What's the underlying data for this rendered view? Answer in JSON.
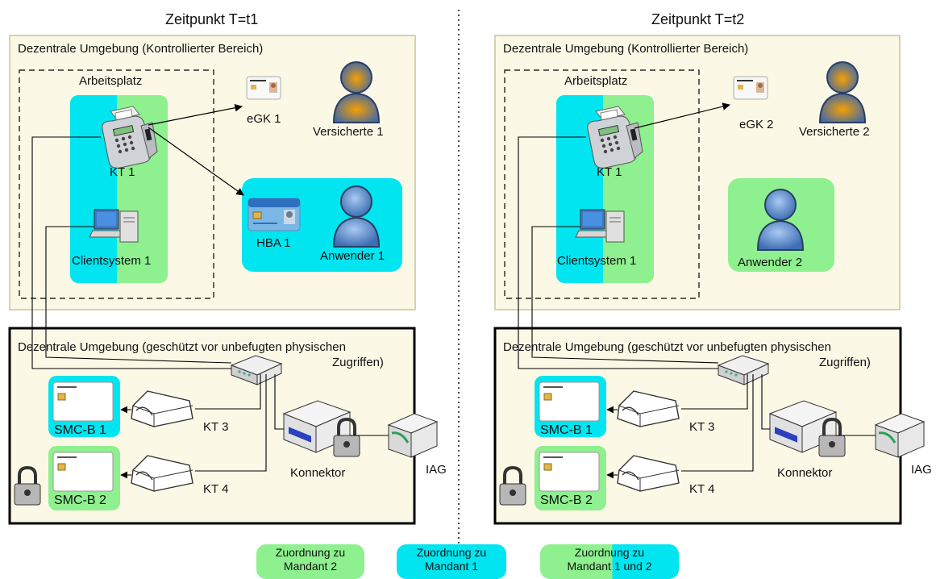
{
  "panels": [
    {
      "title": "Zeitpunkt T=t1",
      "zone_controlled": "Dezentrale Umgebung (Kontrollierter Bereich)",
      "workplace": "Arbeitsplatz",
      "kt1": "KT 1",
      "client": "Clientsystem 1",
      "egk": "eGK 1",
      "insured": "Versicherte 1",
      "hba": "HBA 1",
      "user": "Anwender 1",
      "zone_protected_l1": "Dezentrale Umgebung (geschützt vor unbefugten physischen",
      "zone_protected_l2": "Zugriffen)",
      "smcb1": "SMC-B 1",
      "smcb2": "SMC-B 2",
      "kt3": "KT 3",
      "kt4": "KT 4",
      "connector": "Konnektor",
      "iag": "IAG"
    },
    {
      "title": "Zeitpunkt T=t2",
      "zone_controlled": "Dezentrale Umgebung (Kontrollierter Bereich)",
      "workplace": "Arbeitsplatz",
      "kt1": "KT 1",
      "client": "Clientsystem 1",
      "egk": "eGK 2",
      "insured": "Versicherte 2",
      "user": "Anwender 2",
      "zone_protected_l1": "Dezentrale Umgebung (geschützt vor unbefugten physischen",
      "zone_protected_l2": "Zugriffen)",
      "smcb1": "SMC-B 1",
      "smcb2": "SMC-B 2",
      "kt3": "KT 3",
      "kt4": "KT 4",
      "connector": "Konnektor",
      "iag": "IAG"
    }
  ],
  "legend": [
    {
      "line1": "Zuordnung zu",
      "line2": "Mandant 2"
    },
    {
      "line1": "Zuordnung zu",
      "line2": "Mandant 1"
    },
    {
      "line1": "Zuordnung zu",
      "line2": "Mandant 1 und 2"
    }
  ],
  "colors": {
    "mandant1": "#00e5f0",
    "mandant2": "#8ef08e",
    "controlled_zone_fill": "#fbf9e6",
    "controlled_zone_border": "#c9c39a",
    "protected_zone_fill": "#fbf9e6",
    "protected_zone_border": "#000000"
  }
}
